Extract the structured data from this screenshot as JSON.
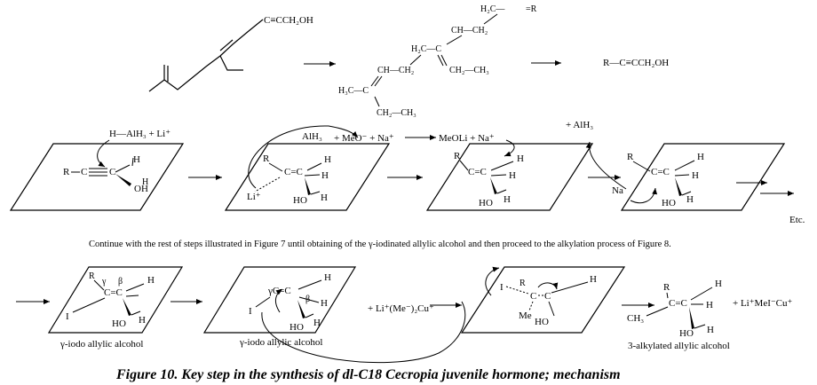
{
  "top_row": {
    "molecule2": {
      "h2c_top": "H₂C—",
      "r_top": "=R",
      "ch_ch2_a": "CH—CH₂",
      "h2c_c": "H₂C—C",
      "ch_ch2_b": "CH—CH₂",
      "ch2_ch3_right": "CH₂—CH₃",
      "h3c_c": "H₃C—C",
      "ch2_ch3_bottom": "CH₂—CH₃"
    },
    "molecule1_substituent": "C≡CCH₂OH",
    "product": "R—C≡CCH₂OH"
  },
  "mechanism_row1": {
    "reagent_alh3_li": "H—AlH₃ + Li⁺",
    "alh3": "AlH₃",
    "meo_na": "+ MeO⁻ + Na⁺",
    "meoli_na": "MeOLi + Na⁺",
    "plus_alh3": "+   AlH₃",
    "etc": "Etc.",
    "panel1": {
      "r": "R",
      "c1": "C",
      "c2": "C",
      "h": "H",
      "oh": "OH",
      "h2": "H"
    },
    "panel2": {
      "r": "R",
      "cc": "C=C",
      "h": "H",
      "h2": "H",
      "li": "Li⁺",
      "ho": "HO",
      "h3": "H"
    },
    "panel3": {
      "r": "R",
      "cc": "C=C",
      "h": "H",
      "h2": "H",
      "ho": "HO",
      "h3": "H"
    },
    "panel4": {
      "r": "R",
      "cc": "C=C",
      "h": "H",
      "h2": "H",
      "na": "Na",
      "ho": "HO",
      "h3": "H"
    }
  },
  "note": "Continue with the rest of steps illustrated in Figure 7 until obtaining of the γ-iodinated allylic alcohol and then proceed to the alkylation process of Figure 8.",
  "mechanism_row2": {
    "panel5": {
      "r": "R",
      "gamma": "γ",
      "beta": "β",
      "cc": "C=C",
      "h": "H",
      "i": "I",
      "ho": "HO",
      "h2": "H",
      "label": "γ-iodo allylic alcohol"
    },
    "panel6": {
      "h": "H",
      "cc": "γC=C",
      "beta": "β",
      "h2": "H",
      "i": "I",
      "ho": "HO",
      "h3": "H",
      "label": "γ-iodo allylic alcohol"
    },
    "reagent_cuprate": "+ Li⁺(Me⁻)₂Cu⁺",
    "panel7": {
      "i": "I",
      "r": "R",
      "c": "C",
      "c2": "C",
      "h": "H",
      "me": "Me",
      "ho": "HO"
    },
    "product": {
      "r": "R",
      "h": "H",
      "cc": "C=C",
      "h2": "H",
      "ch3": "CH₃",
      "ho": "HO",
      "h3": "H",
      "label": "3-alkylated allylic alcohol"
    },
    "byproduct": "+ Li⁺MeI⁻Cu⁺"
  },
  "caption": "Figure 10. Key step in the synthesis of dl-C18 Cecropia juvenile hormone; mechanism"
}
